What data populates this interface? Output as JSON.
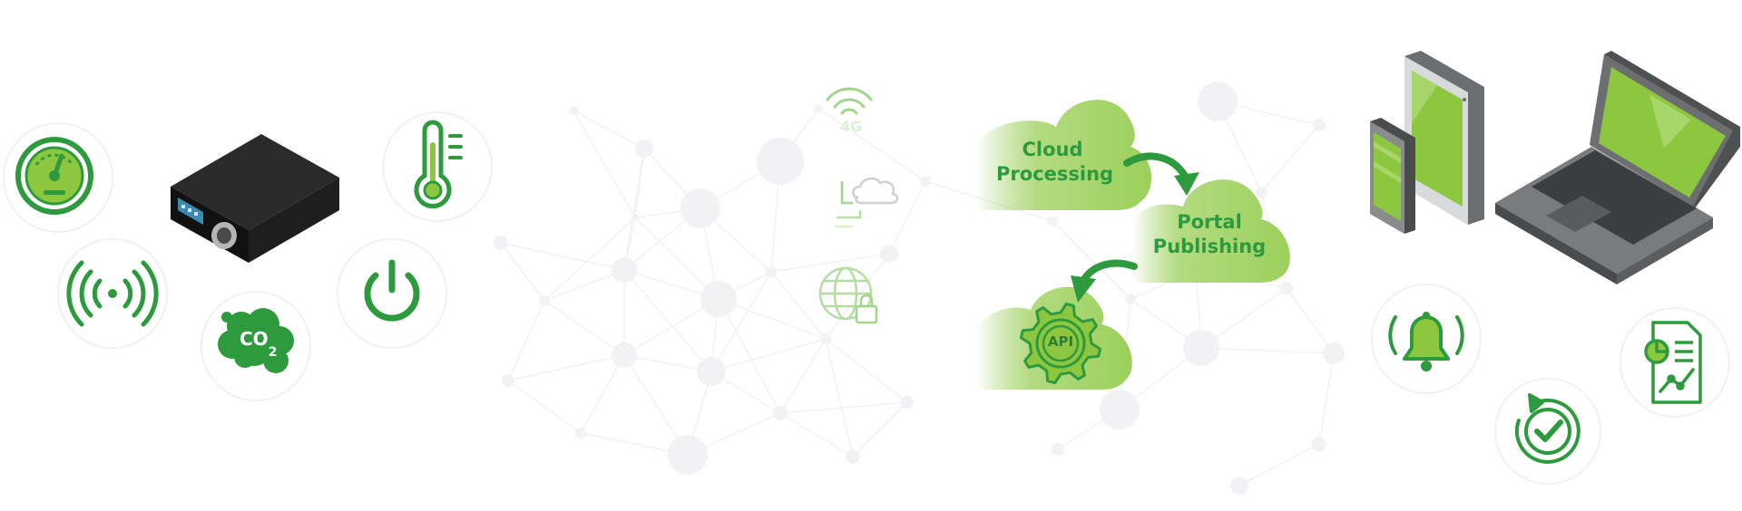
{
  "colors": {
    "green": "#2e9a3e",
    "light_green": "#8dc63f",
    "device_black": "#1b1b1b",
    "laptop_gray": "#6d6e70"
  },
  "sensors": {
    "gauge_icon": "gauge-icon",
    "thermometer_icon": "thermometer-icon",
    "wireless_icon": "wireless-signal-icon",
    "power_icon": "power-icon",
    "co2_icon": "co2-cloud-icon",
    "co2_label": "CO",
    "co2_sub": "2"
  },
  "connectivity": {
    "cellular_label": "4G",
    "icons": [
      "wifi-4g-icon",
      "cloud-link-icon",
      "globe-lock-icon"
    ]
  },
  "clouds": {
    "processing_line1": "Cloud",
    "processing_line2": "Processing",
    "publishing_line1": "Portal",
    "publishing_line2": "Publishing",
    "api_label": "API"
  },
  "outputs": {
    "icons": [
      "alarm-bell-icon",
      "report-chart-icon",
      "check-cycle-icon"
    ]
  }
}
